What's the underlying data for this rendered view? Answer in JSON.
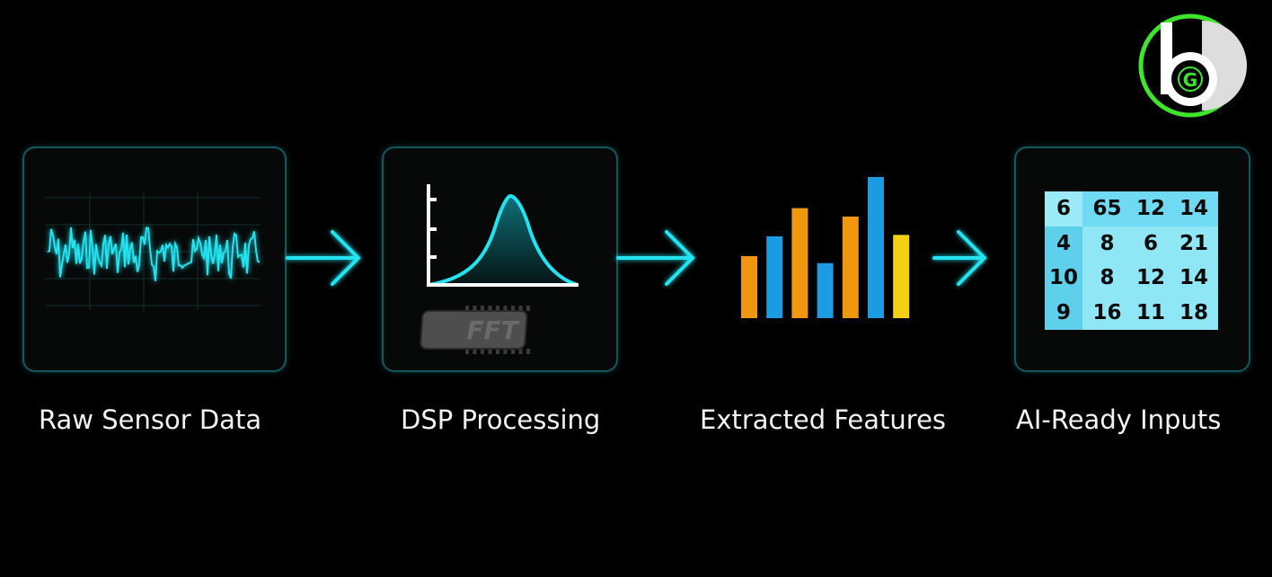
{
  "stages": [
    {
      "label": "Raw Sensor Data"
    },
    {
      "label": "DSP Processing",
      "chip_text": "FFT"
    },
    {
      "label": "Extracted Features"
    },
    {
      "label": "AI-Ready Inputs"
    }
  ],
  "features": {
    "values": [
      0.44,
      0.58,
      0.78,
      0.39,
      0.72,
      1.0,
      0.59
    ],
    "colors": [
      "#f0960f",
      "#1a9be2",
      "#f0960f",
      "#1a9be2",
      "#f0960f",
      "#1a9be2",
      "#f2d016"
    ]
  },
  "table": [
    [
      "6",
      "65",
      "12",
      "14"
    ],
    [
      "4",
      "8",
      "6",
      "21"
    ],
    [
      "10",
      "8",
      "12",
      "14"
    ],
    [
      "9",
      "16",
      "11",
      "18"
    ]
  ],
  "logo": {
    "text": "bG"
  },
  "colors": {
    "accent": "#22e3f0",
    "logo_green": "#3ee62b"
  }
}
